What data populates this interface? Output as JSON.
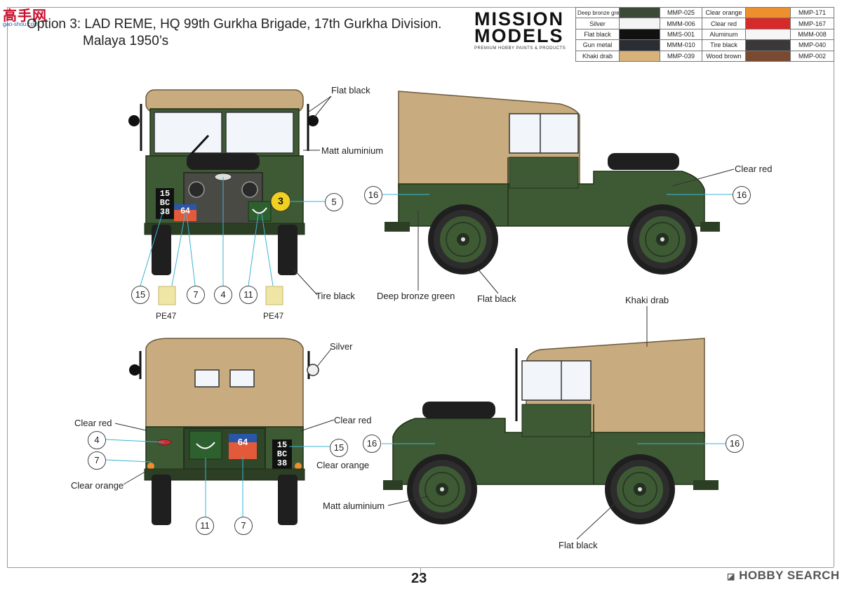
{
  "title": {
    "line1": "Option 3: LAD REME, HQ 99th Gurkha Brigade, 17th Gurkha Division.",
    "line2": "Malaya 1950’s"
  },
  "watermark": {
    "logo": "高手网",
    "url": "gao-shou.com"
  },
  "brand": {
    "line1": "MISSION",
    "line2": "MODELS",
    "tagline": "PREMIUM HOBBY PAINTS & PRODUCTS"
  },
  "palette": [
    {
      "name": "Deep bronze green",
      "code": "MMP-025",
      "color": "#3a4a36"
    },
    {
      "name": "Silver",
      "code": "MMM-006",
      "color": "#f4f4f4"
    },
    {
      "name": "Flat black",
      "code": "MMS-001",
      "color": "#111111"
    },
    {
      "name": "Gun metal",
      "code": "MMM-010",
      "color": "#2a2d31"
    },
    {
      "name": "Khaki drab",
      "code": "MMP-039",
      "color": "#d9b27a"
    },
    {
      "name": "Clear orange",
      "code": "MMP-171",
      "color": "#ee8f2d"
    },
    {
      "name": "Clear red",
      "code": "MMP-167",
      "color": "#d62a2a"
    },
    {
      "name": "Aluminum",
      "code": "MMM-008",
      "color": "#f6f6f6"
    },
    {
      "name": "Tire black",
      "code": "MMP-040",
      "color": "#3a3838"
    },
    {
      "name": "Wood brown",
      "code": "MMP-002",
      "color": "#7a4a30"
    }
  ],
  "colors": {
    "body_green": "#3e5a34",
    "canvas_khaki": "#c8ac80",
    "glass": "#f2f6fb",
    "tire": "#1f1f1f",
    "callout_line": "#39b6d3"
  },
  "labels": {
    "flat_black_top": "Flat black",
    "matt_aluminium_front": "Matt aluminium",
    "tire_black": "Tire black",
    "clear_red_side": "Clear red",
    "deep_bronze_green": "Deep bronze green",
    "flat_black_side": "Flat black",
    "khaki_drab": "Khaki drab",
    "silver": "Silver",
    "clear_red_rear_left": "Clear red",
    "clear_orange_rear_left": "Clear orange",
    "clear_red_rear_right": "Clear red",
    "clear_orange_rear_right": "Clear orange",
    "matt_aluminium_side": "Matt aluminium",
    "flat_black_side2": "Flat black"
  },
  "decals": {
    "front_5": "5",
    "front_15": "15",
    "front_7": "7",
    "front_4": "4",
    "front_11": "11",
    "side_16_left": "16",
    "side_16_right": "16",
    "rear_4": "4",
    "rear_7": "7",
    "rear_15": "15",
    "rear_11": "11",
    "rear_7b": "7",
    "side2_16_left": "16",
    "side2_16_right": "16"
  },
  "markings": {
    "front_circle": "3",
    "plate": [
      "15",
      "BC",
      "38"
    ],
    "formation": "64"
  },
  "pe": {
    "left": "PE47",
    "right": "PE47"
  },
  "page_number": "23",
  "hobby_search": "HOBBY SEARCH"
}
